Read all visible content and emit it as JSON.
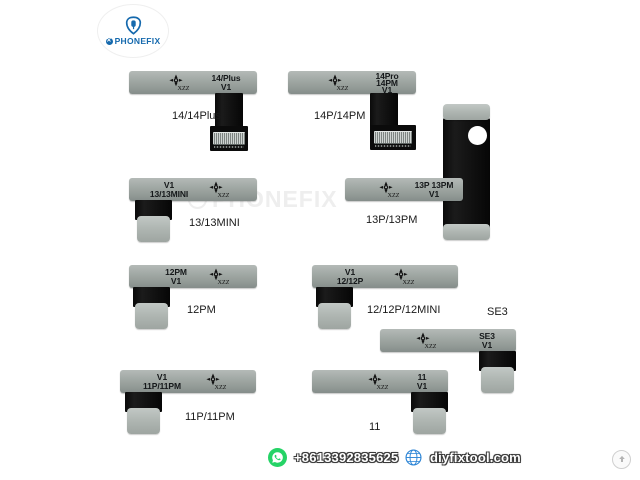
{
  "brand": {
    "name": "PHONEFIX",
    "badge_glyph": "✕",
    "mark_icon": "phone-shield-icon"
  },
  "watermark": {
    "text": "PHONEFIX"
  },
  "mark": {
    "xzz_label": "XZZ",
    "icon": "xzz-compass-icon"
  },
  "products": [
    {
      "id": "14-14plus",
      "caption": "14/14Plus",
      "bar_lines": [
        "14/Plus",
        "V1"
      ],
      "xzz": "XZZ"
    },
    {
      "id": "14p-14pm",
      "caption": "14P/14PM",
      "bar_lines": [
        "14Pro",
        "14PM",
        "V1"
      ],
      "xzz": "XZZ"
    },
    {
      "id": "13-13mini",
      "caption": "13/13MINI",
      "bar_lines": [
        "V1",
        "13/13MINI"
      ],
      "xzz": "XZZ"
    },
    {
      "id": "13p-13pm",
      "caption": "13P/13PM",
      "bar_lines": [
        "13P  13PM",
        "V1"
      ],
      "xzz": "XZZ"
    },
    {
      "id": "12pm",
      "caption": "12PM",
      "bar_lines": [
        "12PM",
        "V1"
      ],
      "xzz": "XZZ"
    },
    {
      "id": "12-12p-12mini",
      "caption": "12/12P/12MINI",
      "bar_lines": [
        "V1",
        "12/12P"
      ],
      "xzz": "XZZ"
    },
    {
      "id": "se3",
      "caption": "SE3",
      "bar_lines": [
        "SE3",
        "V1"
      ],
      "xzz": "XZZ"
    },
    {
      "id": "11p-11pm",
      "caption": "11P/11PM",
      "bar_lines": [
        "V1",
        "11P/11PM"
      ],
      "xzz": "XZZ"
    },
    {
      "id": "11",
      "caption": "11",
      "bar_lines": [
        "11",
        "V1"
      ],
      "xzz": "XZZ"
    }
  ],
  "footer": {
    "whatsapp_icon": "whatsapp-icon",
    "phone": "+8613392835625",
    "website_icon": "globe-icon",
    "website": "diyfixtool.com",
    "scroll_top_icon": "arrow-up-icon"
  },
  "colors": {
    "background": "#ffffff",
    "metal_light": "#b4bab7",
    "metal_dark": "#858d8a",
    "flex_black": "#0c0c0c",
    "brand_blue": "#1569ad",
    "whatsapp_green": "#25d366",
    "watermark_gray": "#eeeeee"
  }
}
